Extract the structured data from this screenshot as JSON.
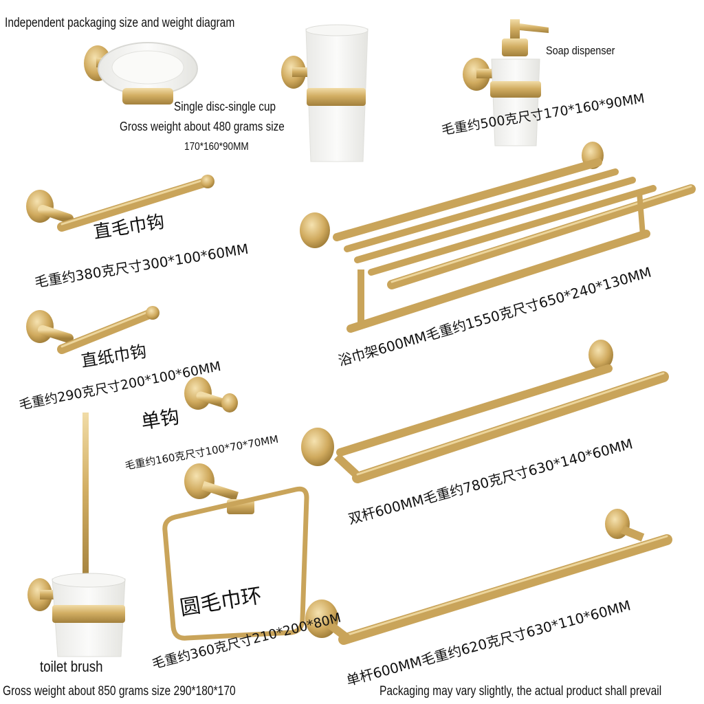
{
  "header": {
    "title": "Independent packaging size and weight diagram"
  },
  "products": {
    "disc_cup": {
      "label": "Single disc-single cup",
      "weight_text": "Gross weight about 480 grams size",
      "size_text": "170*160*90MM"
    },
    "soap_dispenser": {
      "label": "Soap dispenser",
      "spec": "毛重约500克尺寸170*160*90MM"
    },
    "straight_hook": {
      "label": "直毛巾钩",
      "spec": "毛重约380克尺寸300*100*60MM"
    },
    "bath_towel_rack": {
      "spec": "浴巾架600MM毛重约1550克尺寸650*240*130MM"
    },
    "paper_hook": {
      "label": "直纸巾钩",
      "spec": "毛重约290克尺寸200*100*60MM"
    },
    "single_hook": {
      "label": "单钩",
      "spec": "毛重约160克尺寸100*70*70MM"
    },
    "double_bar": {
      "spec": "双杆600MM毛重约780克尺寸630*140*60MM"
    },
    "towel_ring": {
      "label": "圆毛巾环",
      "spec": "毛重约360克尺寸210*200*80M"
    },
    "single_bar": {
      "spec": "单杆600MM毛重约620克尺寸630*110*60MM"
    },
    "toilet_brush": {
      "label": "toilet brush",
      "spec": "Gross weight about 850 grams size 290*180*170"
    }
  },
  "footer": {
    "note": "Packaging may vary slightly, the actual product shall prevail"
  },
  "colors": {
    "gold": "#c9a45a",
    "gold_light": "#e8cf93",
    "gold_dark": "#9c7a36",
    "frosted": "#f4f4f2"
  }
}
